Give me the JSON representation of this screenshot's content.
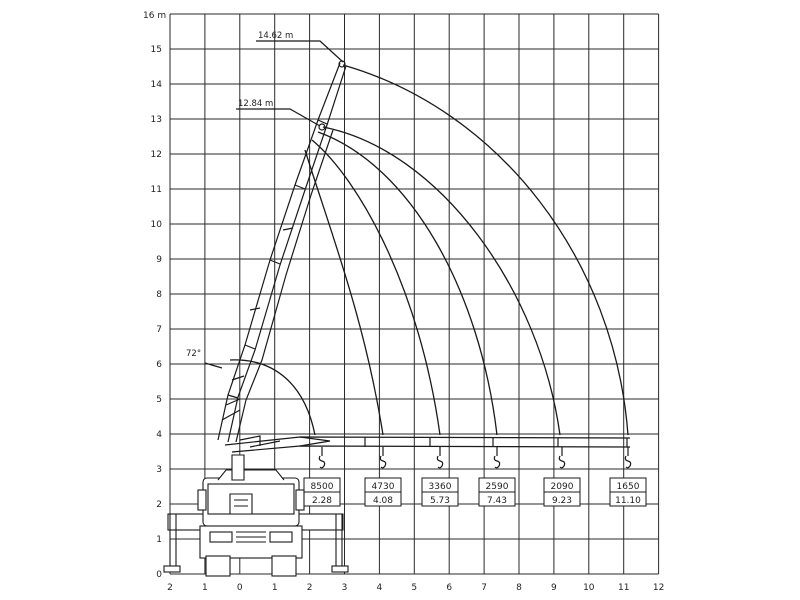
{
  "x_ticks": [
    "2",
    "1",
    "0",
    "1",
    "2",
    "3",
    "4",
    "5",
    "6",
    "7",
    "8",
    "9",
    "10",
    "11",
    "12"
  ],
  "y_ticks": [
    "0",
    "1",
    "2",
    "3",
    "4",
    "5",
    "6",
    "7",
    "8",
    "9",
    "10",
    "11",
    "12",
    "13",
    "14",
    "15"
  ],
  "y_unit": "16 m",
  "height_labels": {
    "max": "14.62 m",
    "second": "12.84 m"
  },
  "angle_label": "72°",
  "load_table": [
    {
      "load": "8500",
      "radius": "2.28"
    },
    {
      "load": "4730",
      "radius": "4.08"
    },
    {
      "load": "3360",
      "radius": "5.73"
    },
    {
      "load": "2590",
      "radius": "7.43"
    },
    {
      "load": "2090",
      "radius": "9.23"
    },
    {
      "load": "1650",
      "radius": "11.10"
    }
  ]
}
